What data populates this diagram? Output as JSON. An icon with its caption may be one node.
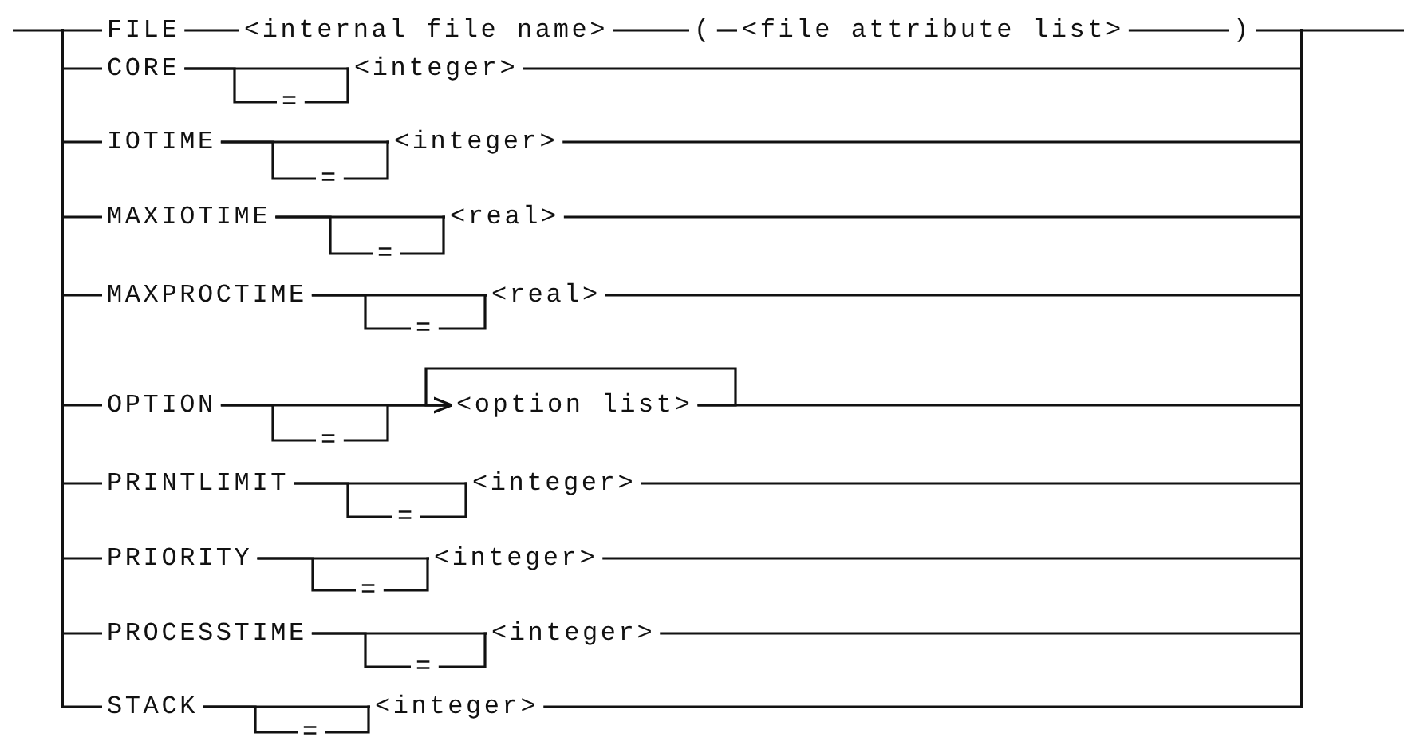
{
  "diagram": {
    "nodes": [
      {
        "text": [],
        "shape": "bar"
      },
      {
        "text": [
          "FILE"
        ]
      },
      {
        "text": [
          "<internal file name>"
        ]
      },
      {
        "text": [
          "("
        ]
      },
      {
        "text": [
          "<file attribute list>"
        ]
      },
      {
        "text": [
          ")"
        ]
      },
      {
        "text": [
          "CORE"
        ]
      },
      {
        "text": [
          "="
        ]
      },
      {
        "text": [
          "<integer>"
        ]
      },
      {
        "text": [
          "IOTIME"
        ]
      },
      {
        "text": [
          "="
        ]
      },
      {
        "text": [
          "<integer>"
        ]
      },
      {
        "text": [
          "MAXIOTIME"
        ]
      },
      {
        "text": [
          "="
        ]
      },
      {
        "text": [
          "<real>"
        ]
      },
      {
        "text": [
          "MAXPROCTIME"
        ]
      },
      {
        "text": [
          "="
        ]
      },
      {
        "text": [
          "<real>"
        ]
      },
      {
        "text": [
          "OPTION"
        ]
      },
      {
        "text": [
          "="
        ]
      },
      {
        "text": [
          "<option list>"
        ]
      },
      {
        "text": [
          "PRINTLIMIT"
        ]
      },
      {
        "text": [
          "="
        ]
      },
      {
        "text": [
          "<integer>"
        ]
      },
      {
        "text": [
          "PRIORITY"
        ]
      },
      {
        "text": [
          "="
        ]
      },
      {
        "text": [
          "<integer>"
        ]
      },
      {
        "text": [
          "PROCESSTIME"
        ]
      },
      {
        "text": [
          "="
        ]
      },
      {
        "text": [
          "<integer>"
        ]
      },
      {
        "text": [
          "STACK"
        ]
      },
      {
        "text": [
          "="
        ]
      },
      {
        "text": [
          "<integer>"
        ]
      },
      {
        "text": [],
        "shape": "bar"
      }
    ],
    "edges": [
      {
        "from": null,
        "to": 0,
        "arrow": "none"
      },
      {
        "from": 0,
        "to": 1,
        "arrow": "none"
      },
      {
        "from": 1,
        "to": 2,
        "arrow": "none"
      },
      {
        "from": 2,
        "to": 3,
        "arrow": "none"
      },
      {
        "from": 3,
        "to": 4,
        "arrow": "none"
      },
      {
        "from": 4,
        "to": 5,
        "arrow": "none"
      },
      {
        "from": 5,
        "to": 33,
        "arrow": "none"
      },
      {
        "from": 0,
        "to": 6,
        "arrow": "none"
      },
      {
        "from": 6,
        "to": 8,
        "arrow": "none"
      },
      {
        "from": 6,
        "to": 7,
        "arrow": "none"
      },
      {
        "from": 7,
        "to": 8,
        "arrow": "none"
      },
      {
        "from": 8,
        "to": 33,
        "arrow": "none"
      },
      {
        "from": 0,
        "to": 9,
        "arrow": "none"
      },
      {
        "from": 9,
        "to": 11,
        "arrow": "none"
      },
      {
        "from": 9,
        "to": 10,
        "arrow": "none"
      },
      {
        "from": 10,
        "to": 11,
        "arrow": "none"
      },
      {
        "from": 11,
        "to": 33,
        "arrow": "none"
      },
      {
        "from": 0,
        "to": 12,
        "arrow": "none"
      },
      {
        "from": 12,
        "to": 14,
        "arrow": "none"
      },
      {
        "from": 12,
        "to": 13,
        "arrow": "none"
      },
      {
        "from": 13,
        "to": 14,
        "arrow": "none"
      },
      {
        "from": 14,
        "to": 33,
        "arrow": "none"
      },
      {
        "from": 0,
        "to": 15,
        "arrow": "none"
      },
      {
        "from": 15,
        "to": 17,
        "arrow": "none"
      },
      {
        "from": 15,
        "to": 16,
        "arrow": "none"
      },
      {
        "from": 16,
        "to": 17,
        "arrow": "none"
      },
      {
        "from": 17,
        "to": 33,
        "arrow": "none"
      },
      {
        "from": 0,
        "to": 18,
        "arrow": "none"
      },
      {
        "from": 18,
        "to": 20,
        "arrow": "none"
      },
      {
        "from": 18,
        "to": 19,
        "arrow": "none"
      },
      {
        "from": 19,
        "to": 20,
        "arrow": "none"
      },
      {
        "from": 20,
        "to": 20,
        "arrow": "to"
      },
      {
        "from": 20,
        "to": 33,
        "arrow": "none"
      },
      {
        "from": 0,
        "to": 21,
        "arrow": "none"
      },
      {
        "from": 21,
        "to": 23,
        "arrow": "none"
      },
      {
        "from": 21,
        "to": 22,
        "arrow": "none"
      },
      {
        "from": 22,
        "to": 23,
        "arrow": "none"
      },
      {
        "from": 23,
        "to": 33,
        "arrow": "none"
      },
      {
        "from": 0,
        "to": 24,
        "arrow": "none"
      },
      {
        "from": 24,
        "to": 26,
        "arrow": "none"
      },
      {
        "from": 24,
        "to": 25,
        "arrow": "none"
      },
      {
        "from": 25,
        "to": 26,
        "arrow": "none"
      },
      {
        "from": 26,
        "to": 33,
        "arrow": "none"
      },
      {
        "from": 0,
        "to": 27,
        "arrow": "none"
      },
      {
        "from": 27,
        "to": 29,
        "arrow": "none"
      },
      {
        "from": 27,
        "to": 28,
        "arrow": "none"
      },
      {
        "from": 28,
        "to": 29,
        "arrow": "none"
      },
      {
        "from": 29,
        "to": 33,
        "arrow": "none"
      },
      {
        "from": 0,
        "to": 30,
        "arrow": "none"
      },
      {
        "from": 30,
        "to": 32,
        "arrow": "none"
      },
      {
        "from": 30,
        "to": 31,
        "arrow": "none"
      },
      {
        "from": 31,
        "to": 32,
        "arrow": "none"
      },
      {
        "from": 32,
        "to": 33,
        "arrow": "none"
      },
      {
        "from": 33,
        "to": null,
        "arrow": "none"
      }
    ]
  }
}
